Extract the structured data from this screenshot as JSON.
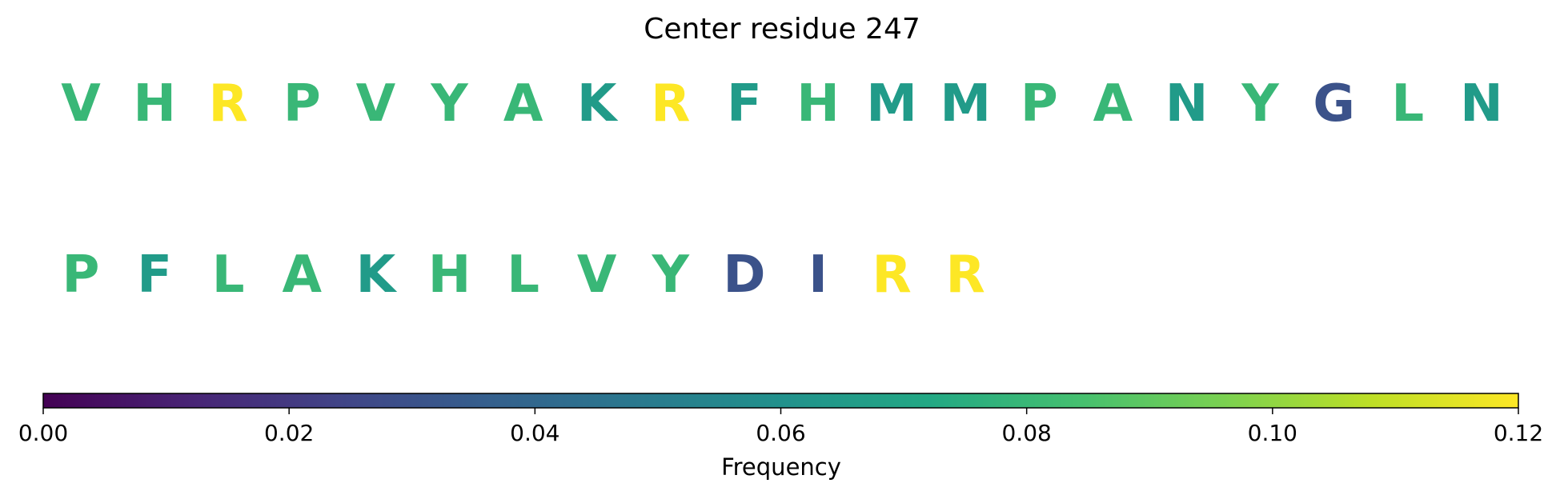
{
  "chart_data": {
    "type": "sequence-logo",
    "title": "Center residue 247",
    "rows": [
      {
        "residues": [
          "V",
          "H",
          "R",
          "P",
          "V",
          "Y",
          "A",
          "K",
          "R",
          "F",
          "H",
          "M",
          "M",
          "P",
          "A",
          "N",
          "Y",
          "G",
          "L",
          "N"
        ],
        "values": [
          0.08,
          0.08,
          0.12,
          0.08,
          0.08,
          0.08,
          0.08,
          0.065,
          0.12,
          0.065,
          0.08,
          0.065,
          0.065,
          0.08,
          0.08,
          0.065,
          0.08,
          0.03,
          0.08,
          0.065
        ]
      },
      {
        "residues": [
          "P",
          "F",
          "L",
          "A",
          "K",
          "H",
          "L",
          "V",
          "Y",
          "D",
          "I",
          "R",
          "R"
        ],
        "values": [
          0.08,
          0.065,
          0.08,
          0.08,
          0.065,
          0.08,
          0.08,
          0.08,
          0.08,
          0.03,
          0.03,
          0.12,
          0.12
        ]
      }
    ],
    "colorbar": {
      "label": "Frequency",
      "colormap": "viridis",
      "range": [
        0,
        0.12
      ],
      "ticks": [
        0,
        0.02,
        0.04,
        0.06,
        0.08,
        0.1,
        0.12
      ],
      "tick_labels": [
        "0.00",
        "0.02",
        "0.04",
        "0.06",
        "0.08",
        "0.10",
        "0.12"
      ]
    }
  }
}
